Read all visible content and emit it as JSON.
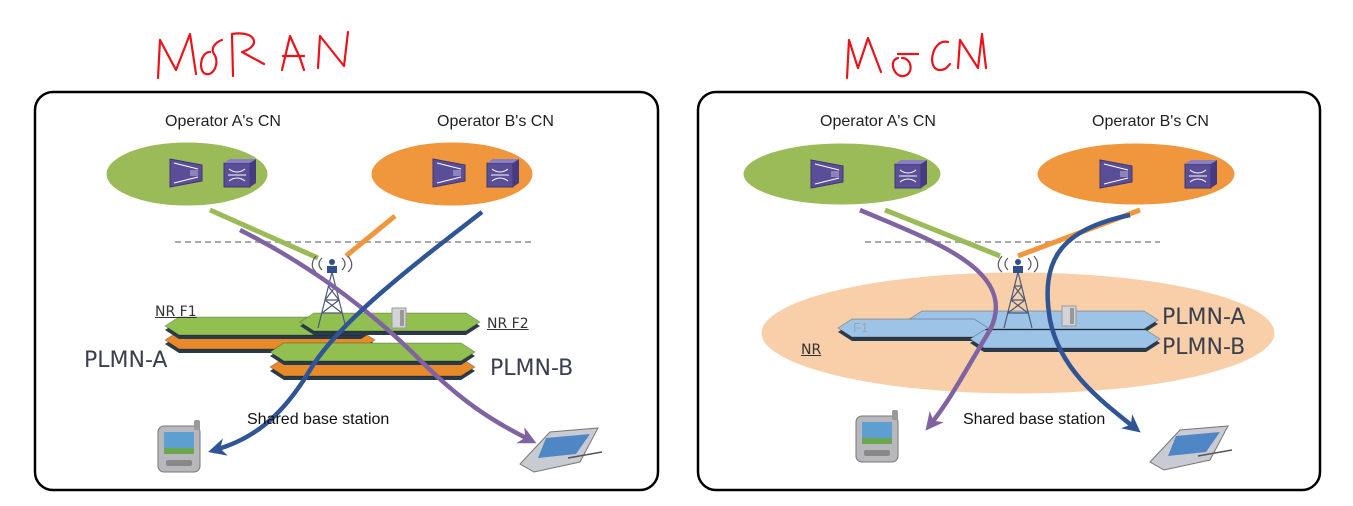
{
  "annotations": {
    "left_title": "MoRAN",
    "right_title": "MoCN",
    "color": "#e8141b"
  },
  "panels": [
    {
      "id": "moran",
      "operator_a_label": "Operator A's CN",
      "operator_b_label": "Operator B's CN",
      "nr_f1_label": "NR F1",
      "nr_f2_label": "NR F2",
      "plmn_a_label": "PLMN-A",
      "plmn_b_label": "PLMN-B",
      "shared_label": "Shared base station"
    },
    {
      "id": "mocn",
      "operator_a_label": "Operator A's CN",
      "operator_b_label": "Operator B's CN",
      "nr_label": "NR",
      "f1_label": "F1",
      "plmn_a_label": "PLMN-A",
      "plmn_b_label": "PLMN-B",
      "shared_label": "Shared base station"
    }
  ],
  "colors": {
    "operator_a": "#9bbb59",
    "operator_b": "#f0963c",
    "purple_link": "#8064a2",
    "blue_link": "#2f5597",
    "nr_oval": "#f8cfa8",
    "plane_blue": "#9dc3e6",
    "plane_green": "#92c050",
    "plane_orange": "#e88a2a",
    "device_purple": "#4b4a8a"
  }
}
